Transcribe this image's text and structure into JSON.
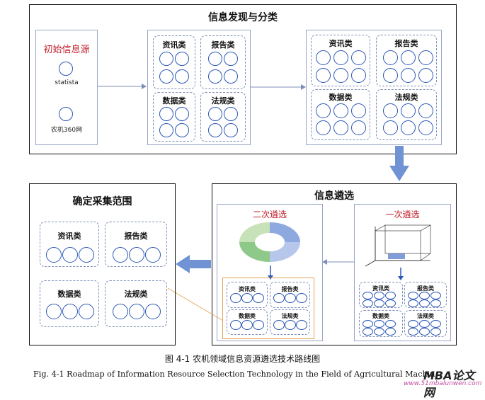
{
  "top_panel": {
    "title": "信息发现与分类",
    "sources": {
      "heading": "初始信息源",
      "items": [
        "statista",
        "农机360网"
      ]
    },
    "group1": [
      "资讯类",
      "报告类",
      "数据类",
      "法规类"
    ],
    "group2": [
      "资讯类",
      "报告类",
      "数据类",
      "法规类"
    ]
  },
  "right_panel": {
    "title": "信息遴选",
    "second": {
      "heading": "二次遴选",
      "cats": [
        "资讯类",
        "报告类",
        "数据类",
        "法规类"
      ]
    },
    "first": {
      "heading": "一次遴选",
      "cats": [
        "资讯类",
        "报告类",
        "数据类",
        "法规类"
      ]
    }
  },
  "left_panel": {
    "title": "确定采集范围",
    "cats": [
      "资讯类",
      "报告类",
      "数据类",
      "法规类"
    ]
  },
  "captions": {
    "cn": "图  4-1  农机领域信息资源遴选技术路线图",
    "en": "Fig. 4-1 Roadmap of Information Resource Selection Technology in the Field of Agricultural Machin"
  },
  "watermark": {
    "brand": "MBA论文网",
    "url": "www.51mbalunwen.com"
  },
  "colors": {
    "accent_blue": "#2c58b5",
    "heading_red": "#c0202a",
    "arrow_blue": "#6f93d3"
  }
}
